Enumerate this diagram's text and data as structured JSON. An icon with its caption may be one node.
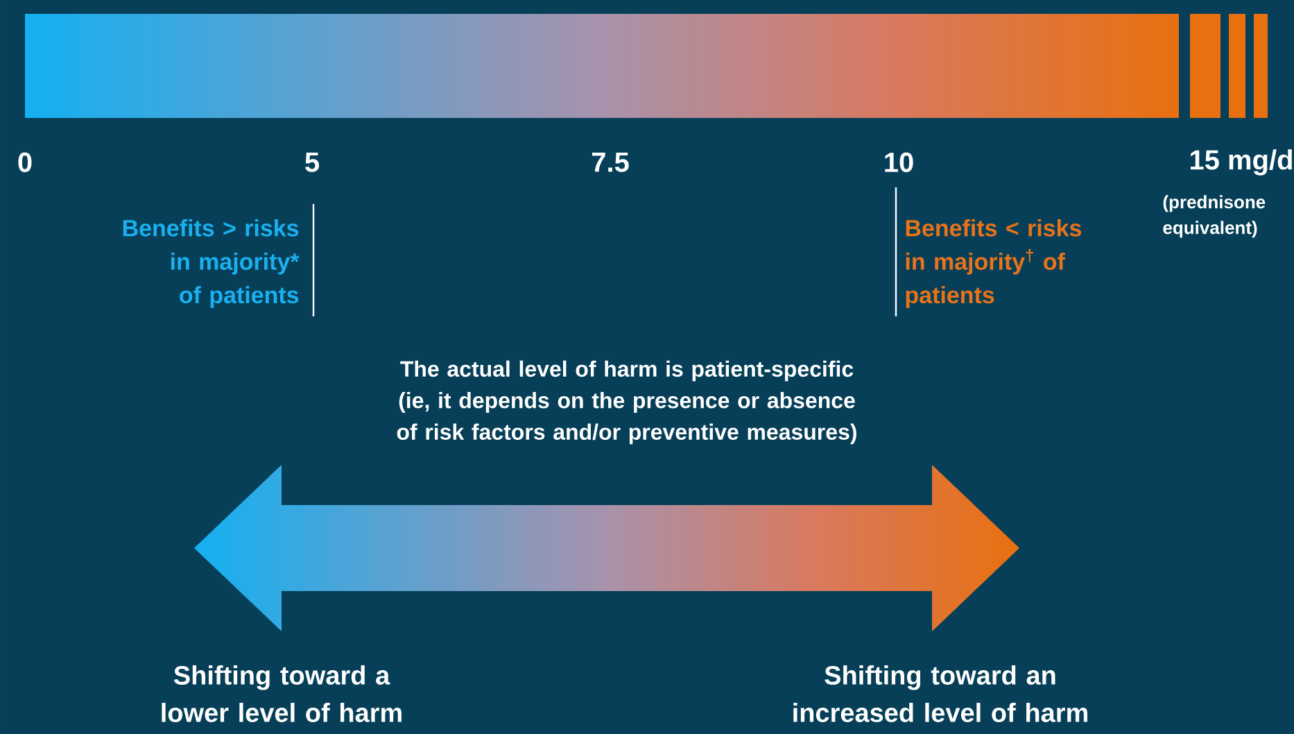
{
  "diagram": {
    "labels": [
      "0",
      "5",
      "7.5",
      "10",
      "15 mg/d",
      "(prednisone equivalent)",
      "Benefits > risks in majority* of patients",
      "Benefits < risks in majority$^{†}$ of patients",
      "The actual level of harm is patient-specific (ie, it depends on the presence or absence of risk factors and/or preventive measures)",
      "Shifting toward a lower level of harm",
      "Shifting toward an increased level of harm"
    ]
  }
}
